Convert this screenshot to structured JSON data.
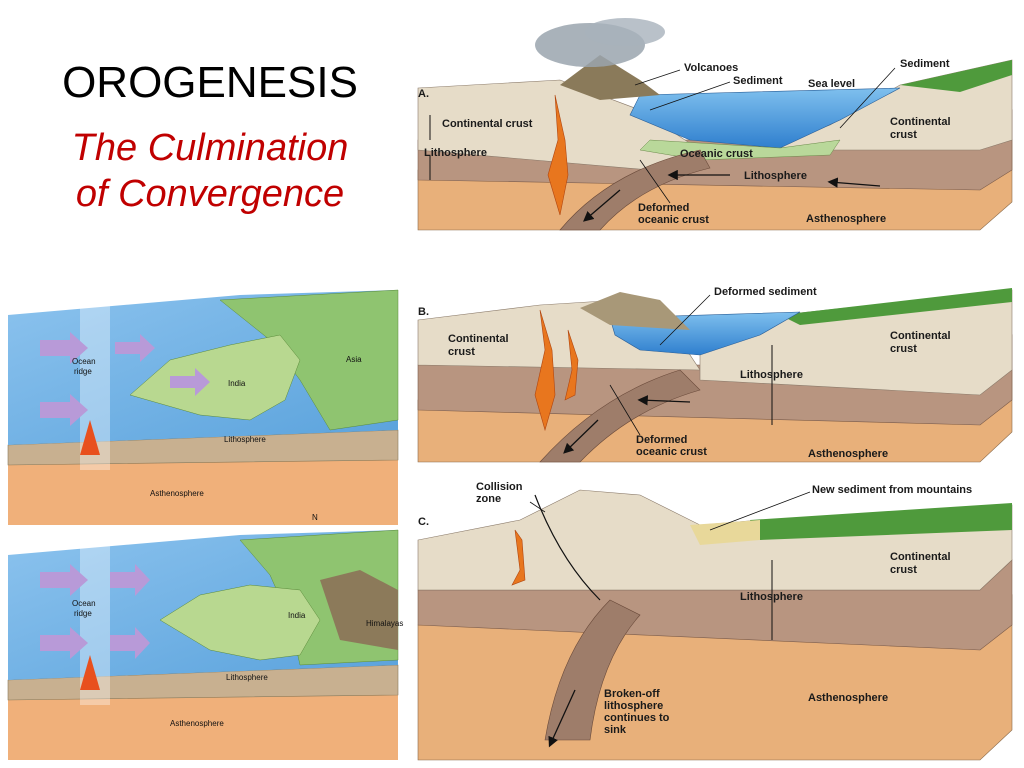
{
  "slide": {
    "title": "OROGENESIS",
    "subtitle_line1": "The Culmination",
    "subtitle_line2": "of Convergence"
  },
  "panel_a": {
    "letter": "A.",
    "labels": {
      "volcanoes": "Volcanoes",
      "sediment_left": "Sediment",
      "sea_level": "Sea level",
      "sediment_right": "Sediment",
      "continental_crust_left": "Continental crust",
      "continental_crust_right_1": "Continental",
      "continental_crust_right_2": "crust",
      "lithosphere_left": "Lithosphere",
      "oceanic_crust": "Oceanic crust",
      "lithosphere_mid": "Lithosphere",
      "deformed_1": "Deformed",
      "deformed_2": "oceanic crust",
      "asthenosphere": "Asthenosphere"
    }
  },
  "panel_b": {
    "letter": "B.",
    "labels": {
      "deformed_sediment": "Deformed sediment",
      "continental_left_1": "Continental",
      "continental_left_2": "crust",
      "continental_right_1": "Continental",
      "continental_right_2": "crust",
      "lithosphere": "Lithosphere",
      "deformed_1": "Deformed",
      "deformed_2": "oceanic crust",
      "asthenosphere": "Asthenosphere"
    }
  },
  "panel_c": {
    "letter": "C.",
    "labels": {
      "collision_1": "Collision",
      "collision_2": "zone",
      "new_sediment": "New sediment from mountains",
      "continental_right_1": "Continental",
      "continental_right_2": "crust",
      "lithosphere": "Lithosphere",
      "asthenosphere": "Asthenosphere",
      "broken_1": "Broken-off",
      "broken_2": "lithosphere",
      "broken_3": "continues to",
      "broken_4": "sink"
    }
  },
  "map_top": {
    "labels": {
      "ocean_ridge_1": "Ocean",
      "ocean_ridge_2": "ridge",
      "india": "India",
      "asia": "Asia",
      "lithosphere": "Lithosphere",
      "asthenosphere": "Asthenosphere",
      "north": "N"
    }
  },
  "map_bottom": {
    "labels": {
      "ocean_ridge_1": "Ocean",
      "ocean_ridge_2": "ridge",
      "india": "India",
      "himalayas": "Himalayas",
      "lithosphere": "Lithosphere",
      "asthenosphere": "Asthenosphere"
    }
  },
  "colors": {
    "title_red": "#c00000",
    "ocean": "#3f8fd8",
    "asthenosphere": "#e8b07a",
    "lithosphere": "#b89580",
    "crust": "#e6dcc8",
    "land_green": "#4f9a3c",
    "magma": "#e8761e"
  }
}
